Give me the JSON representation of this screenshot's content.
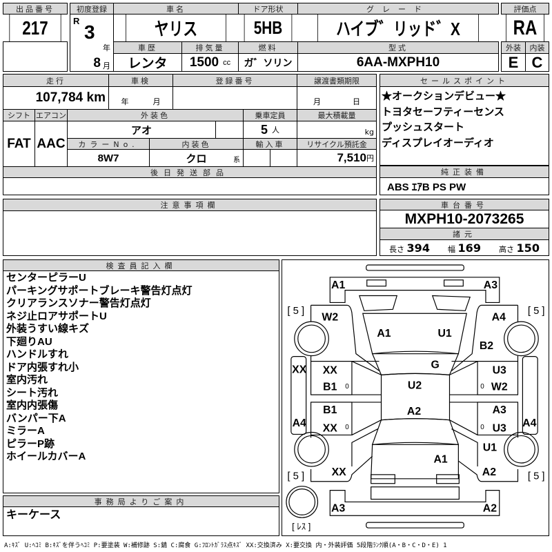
{
  "header": {
    "lot_label": "出品番号",
    "lot": "217",
    "first_reg_label": "初度登録",
    "era": "R",
    "year": "3",
    "year_unit": "年",
    "month": "8",
    "month_unit": "月",
    "name_label": "車名",
    "name": "ヤリス",
    "door_label": "ドア形状",
    "door": "5HB",
    "grade_label": "グレード",
    "grade": "ハイブ゛リッド゛X",
    "score_label": "評価点",
    "score": "RA",
    "history_label": "車歴",
    "history": "レンタ",
    "displacement_label": "排気量",
    "displacement": "1500",
    "displacement_unit": "cc",
    "fuel_label": "燃料",
    "fuel": "ガ゛ソリン",
    "model_label": "型式",
    "model": "6AA-MXPH10",
    "ext_label": "外装",
    "ext": "E",
    "int_label": "内装",
    "int": "C"
  },
  "details": {
    "mileage_label": "走行",
    "mileage": "107,784",
    "mileage_unit": "km",
    "inspection_label": "車検",
    "year_unit": "年",
    "month_unit": "月",
    "reg_no_label": "登録番号",
    "transfer_label": "譲渡書類期限",
    "day_unit": "日",
    "shift_label": "シフト",
    "shift": "FAT",
    "ac_label": "エアコン",
    "ac": "AAC",
    "color_label": "外装色",
    "color": "アオ",
    "capacity_label": "乗車定員",
    "capacity": "5",
    "capacity_unit": "人",
    "load_label": "最大積載量",
    "load_unit": "kg",
    "color_no_label": "カラーNo.",
    "color_no": "8W7",
    "interior_label": "内装色",
    "interior": "クロ",
    "interior_unit": "系",
    "import_label": "輸入車",
    "recycle_label": "リサイクル預託金",
    "recycle": "7,510",
    "recycle_unit": "円",
    "later_parts_label": "後日発送部品"
  },
  "sales_points": {
    "label": "セールスポイント",
    "items": [
      "★オークションデビュー★",
      "トヨタセーフティーセンス",
      "プッシュスタート",
      "ディスプレイオーディオ"
    ]
  },
  "equipment": {
    "label": "純正装備",
    "value": "ABS ｴｱB PS PW"
  },
  "notes": {
    "label": "注意事項欄"
  },
  "chassis": {
    "label": "車台番号",
    "value": "MXPH10-2073265",
    "spec_label": "諸元",
    "length_label": "長さ",
    "length": "394",
    "width_label": "幅",
    "width": "169",
    "height_label": "高さ",
    "height": "150"
  },
  "inspector": {
    "label": "検査員記入欄",
    "items": [
      "センターピラーU",
      "パーキングサポートブレーキ警告灯点灯",
      "クリアランスソナー警告灯点灯",
      "ネジ止ロアサポートU",
      "外装うすい線キズ",
      "下廻りAU",
      "ハンドルすれ",
      "ドア内張すれ小",
      "室内汚れ",
      "シート汚れ",
      "室内内張傷",
      "バンパー下A",
      "ミラーA",
      "ピラーP跡",
      "ホイールカバーA"
    ]
  },
  "office": {
    "label": "事務局よりご案内",
    "value": "キーケース"
  },
  "diagram": {
    "marks": [
      "A1",
      "A3",
      "[ 5 ]",
      "W2",
      "A4",
      "[ 5 ]",
      "A1",
      "U1",
      "B2",
      "G",
      "XX",
      "XX",
      "B1",
      "U2",
      "U3",
      "W2",
      "B1",
      "A2",
      "A3",
      "A4",
      "XX",
      "U3",
      "A4",
      "U1",
      "A1",
      "XX",
      "A2",
      "[ 5 ]",
      "[ 5 ]",
      "A3",
      "A2",
      "[ ﾚｽ ]",
      "0",
      "0",
      "0",
      "0"
    ]
  },
  "legend": "A:ｷｽﾞ U:ﾍｺﾐ B:ｷｽﾞを伴うﾍｺﾐ P:要塗装 W:補修跡 S:錆 C:腐食 G:ﾌﾛﾝﾄｶﾞﾗｽ点ｷｽﾞ XX:交換済み X:要交換 内・外装評価 5段階ﾗﾝｸ順(A・B・C・D・E) 1"
}
